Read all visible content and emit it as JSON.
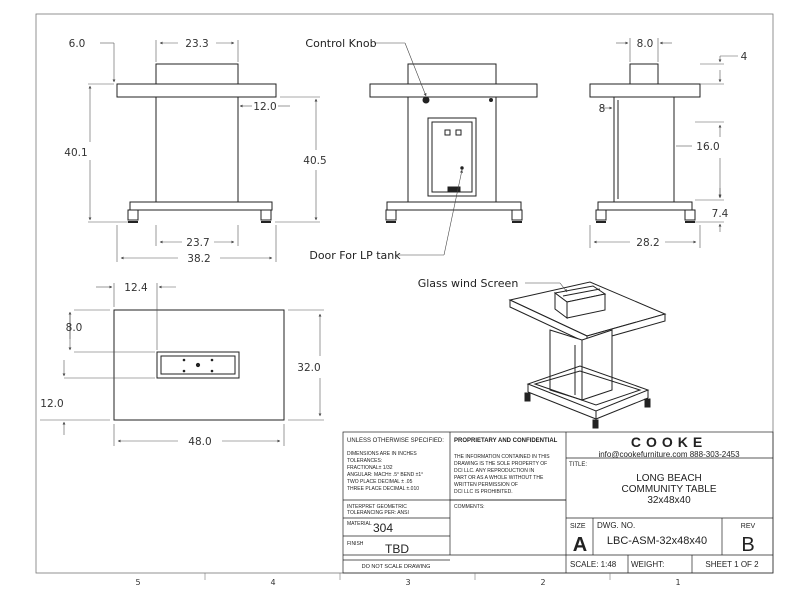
{
  "views": {
    "front": {
      "top_depth": "23.3",
      "top_thickness": "6.0",
      "height_total": "40.1",
      "overhang": "12.0",
      "height_right": "40.5",
      "base_inner": "23.7",
      "base_outer": "38.2"
    },
    "center": {
      "control_knob": "Control Knob",
      "door": "Door For LP tank"
    },
    "side": {
      "top_width": "8.0",
      "top_offset": "4",
      "left_offset": "8",
      "door_height": "16.0",
      "base_height": "7.4",
      "base_width": "28.2"
    },
    "top": {
      "inset_x": "12.4",
      "inset_y": "8.0",
      "width": "48.0",
      "depth": "32.0",
      "left_edge": "12.0"
    },
    "iso": {
      "glass": "Glass wind Screen"
    }
  },
  "title_block": {
    "unless": "UNLESS OTHERWISE SPECIFIED:",
    "tol_lines": [
      "DIMENSIONS ARE IN INCHES",
      "TOLERANCES:",
      "FRACTIONAL± 1/32",
      "ANGULAR: MACH± .5° BEND ±1°",
      "TWO PLACE DECIMAL    ± .05",
      "THREE PLACE DECIMAL  ±.010"
    ],
    "interpret": [
      "INTERPRET GEOMETRIC",
      "TOLERANCING PER: ANSI"
    ],
    "material_label": "MATERIAL",
    "material": "304",
    "finish_label": "FINISH",
    "finish": "TBD",
    "no_scale": "DO NOT SCALE DRAWING",
    "prop_title": "PROPRIETARY AND CONFIDENTIAL",
    "prop_lines": [
      "THE INFORMATION CONTAINED IN THIS",
      "DRAWING IS THE SOLE PROPERTY OF",
      "DCI LLC. ANY REPRODUCTION IN",
      "PART OR AS A WHOLE WITHOUT THE",
      "WRITTEN PERMISSION OF",
      "DCI LLC IS PROHIBITED."
    ],
    "comments": "COMMENTS:",
    "brand": "COOKE",
    "contact": "info@cookefurniture.com 888-303-2453",
    "title_label": "TITLE:",
    "title_lines": [
      "LONG BEACH",
      "COMMUNITY TABLE",
      "32x48x40"
    ],
    "size_label": "SIZE",
    "size": "A",
    "dwg_label": "DWG.  NO.",
    "dwg_no": "LBC-ASM-32x48x40",
    "rev_label": "REV",
    "rev": "B",
    "scale": "SCALE: 1:48",
    "weight": "WEIGHT:",
    "sheet": "SHEET 1 OF 2"
  },
  "zones": [
    "5",
    "4",
    "3",
    "2",
    "1"
  ],
  "colors": {
    "line": "#222222",
    "dimline": "#555555"
  }
}
